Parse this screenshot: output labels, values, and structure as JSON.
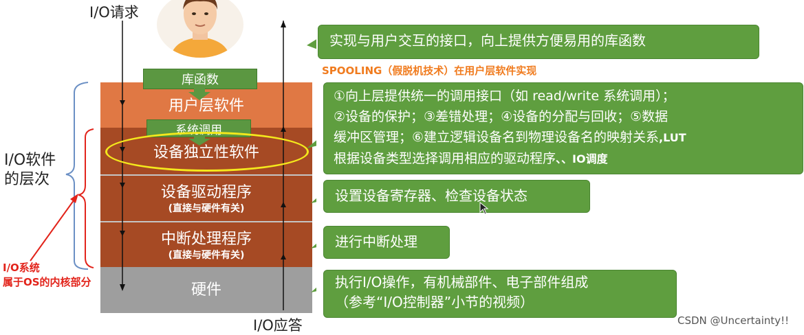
{
  "labels": {
    "io_request": "I/O请求",
    "io_response": "I/O应答",
    "io_software_levels": "I/O软件\n的层次",
    "io_system_kernel": "I/O系统\n属于OS的内核部分",
    "spooling_note": "SPOOLING（假脱机技术）在用户层软件实现",
    "watermark": "CSDN @Uncertainty!!"
  },
  "tags": {
    "library_functions": "库函数",
    "system_calls": "系统调用"
  },
  "layers": {
    "user_software": "用户层软件",
    "device_independent": "设备独立性软件",
    "device_driver": "设备驱动程序",
    "device_driver_note": "(直接与硬件有关)",
    "interrupt_handler": "中断处理程序",
    "interrupt_handler_note": "(直接与硬件有关)",
    "hardware": "硬件"
  },
  "callouts": {
    "user_layer": "实现与用户交互的接口，向上提供方便易用的库函数",
    "device_independent_line1": "①向上层提供统一的调用接口（如 read/write 系统调用）；",
    "device_independent_line2": "②设备的保护；③差错处理；④设备的分配与回收；⑤数据",
    "device_independent_line3a": "缓冲区管理；⑥建立逻辑设备名到物理设备名的映射关系",
    "device_independent_line3b": ",LUT",
    "device_independent_line4a": "根据设备类型选择调用相应的驱动程序",
    "device_independent_line4b": "、、IO调度",
    "device_driver": "设置设备寄存器、检查设备状态",
    "interrupt_handler": "进行中断处理",
    "hardware_line1": "执行I/O操作，有机械部件、电子部件组成",
    "hardware_line2": "（参考“I/O控制器”小节的视频）"
  },
  "colors": {
    "user_layer": "#e07844",
    "kernel_layers": "#a64a24",
    "hardware": "#9e9e9e",
    "callout_green": "#5f9e3f",
    "tag_green": "#5b9741",
    "highlight_oval": "#f4e81c",
    "annotation_red": "#e2231a",
    "spooling_orange": "#f07b1e"
  }
}
